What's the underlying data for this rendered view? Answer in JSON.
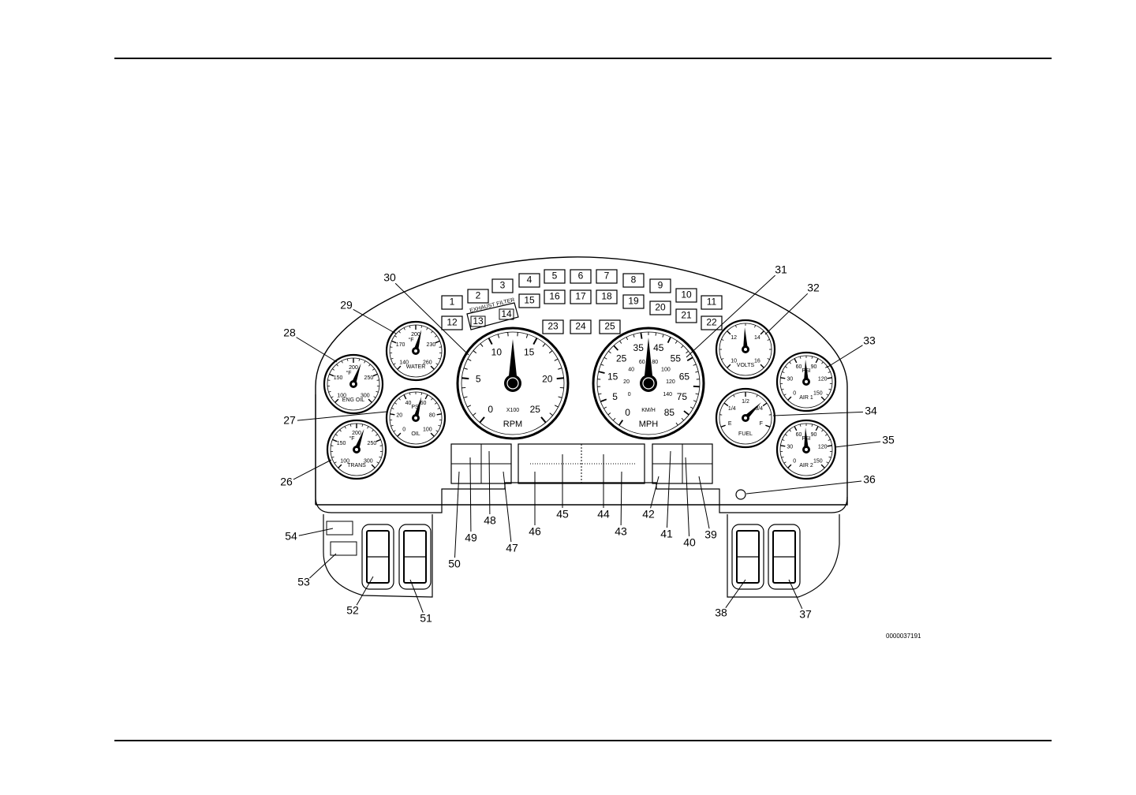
{
  "figure_id": "0000037191",
  "indicator_labels": [
    "1",
    "2",
    "3",
    "4",
    "5",
    "6",
    "7",
    "8",
    "9",
    "10",
    "11",
    "12",
    "13",
    "14",
    "15",
    "16",
    "17",
    "18",
    "19",
    "20",
    "21",
    "22",
    "23",
    "24",
    "25"
  ],
  "exhaust_filter_label": "EXHAUST FILTER",
  "callouts": [
    "26",
    "27",
    "28",
    "29",
    "30",
    "31",
    "32",
    "33",
    "34",
    "35",
    "36",
    "37",
    "38",
    "39",
    "40",
    "41",
    "42",
    "43",
    "44",
    "45",
    "46",
    "47",
    "48",
    "49",
    "50",
    "51",
    "52",
    "53",
    "54"
  ],
  "gauges": {
    "eng_oil": {
      "name": "ENG OIL",
      "unit": "°F",
      "ticks": [
        "100",
        "150",
        "200",
        "250",
        "300"
      ]
    },
    "water": {
      "name": "WATER",
      "unit": "°F",
      "ticks": [
        "140",
        "170",
        "200",
        "230",
        "260"
      ]
    },
    "oil": {
      "name": "OIL",
      "unit": "PSI",
      "ticks": [
        "0",
        "20",
        "40",
        "60",
        "80",
        "100"
      ]
    },
    "trans": {
      "name": "TRANS",
      "unit": "°F",
      "ticks": [
        "100",
        "150",
        "200",
        "250",
        "300"
      ]
    },
    "tach": {
      "name": "RPM",
      "multiplier": "X100",
      "ticks": [
        "0",
        "5",
        "10",
        "15",
        "20",
        "25"
      ]
    },
    "speedo": {
      "name": "MPH",
      "sub_unit": "KM/H",
      "mph_ticks": [
        "0",
        "5",
        "15",
        "25",
        "35",
        "45",
        "55",
        "65",
        "75",
        "85"
      ],
      "kmh_ticks": [
        "0",
        "20",
        "40",
        "60",
        "80",
        "100",
        "120",
        "140"
      ]
    },
    "volts": {
      "name": "VOLTS",
      "ticks": [
        "10",
        "12",
        "14",
        "16"
      ]
    },
    "air1": {
      "name": "AIR 1",
      "unit": "PSI",
      "ticks": [
        "0",
        "30",
        "60",
        "90",
        "120",
        "150"
      ]
    },
    "fuel": {
      "name": "FUEL",
      "ticks": [
        "E",
        "1/4",
        "1/2",
        "3/4",
        "F"
      ]
    },
    "air2": {
      "name": "AIR 2",
      "unit": "PSI",
      "ticks": [
        "0",
        "30",
        "60",
        "90",
        "120",
        "150"
      ]
    }
  }
}
